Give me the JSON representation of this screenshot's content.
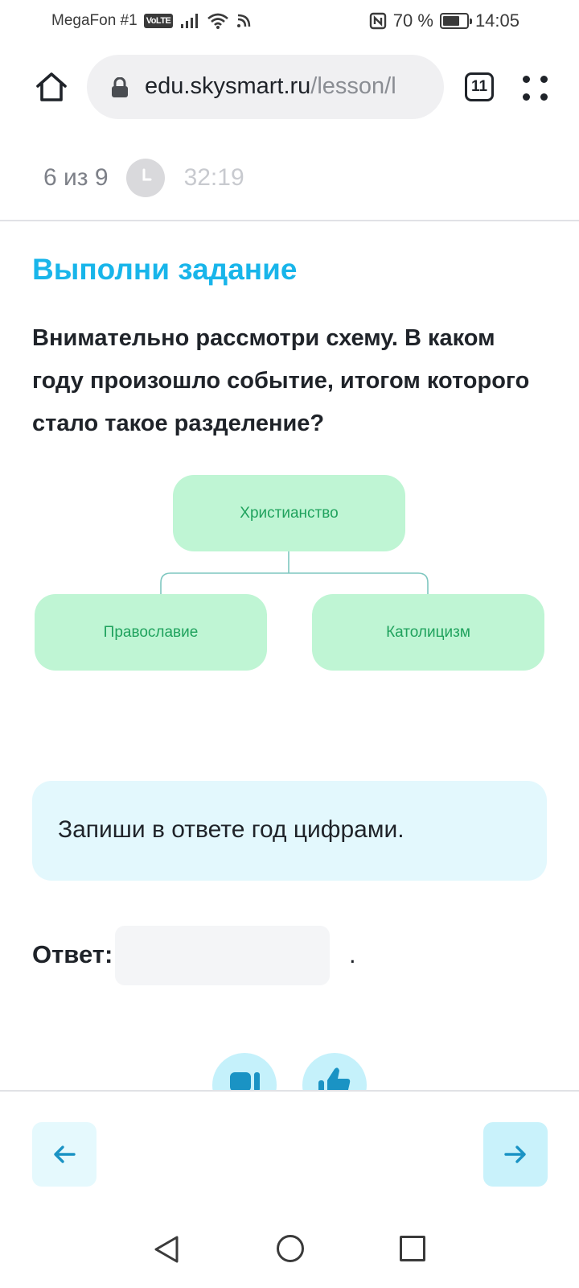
{
  "status_bar": {
    "carrier": "MegaFon #1",
    "volte": "VoLTE",
    "battery_percent": "70 %",
    "battery_level": 0.7,
    "time": "14:05",
    "icons": [
      "signal-icon",
      "wifi-icon",
      "hotspot-icon",
      "nfc-icon",
      "battery-icon"
    ]
  },
  "browser": {
    "url_host": "edu.skysmart.ru",
    "url_path": "/lesson/l",
    "tabs_count": "11"
  },
  "progress": {
    "position": "6 из 9",
    "timer": "32:19"
  },
  "task": {
    "title": "Выполни задание",
    "question": "Внимательно рассмотри схему. В каком году произошло событие, итогом которого стало такое разделение?"
  },
  "diagram": {
    "root": "Христианство",
    "left": "Православие",
    "right": "Католицизм",
    "node_color": "#bff5d4",
    "text_color": "#1fa25d",
    "line_color": "#7fc7c0"
  },
  "hint": {
    "text": "Запиши в ответе год цифрами."
  },
  "answer": {
    "label": "Ответ:",
    "value": "",
    "placeholder": "",
    "suffix": "."
  },
  "colors": {
    "accent": "#18b5ea",
    "nav_button": "#c9f2fb",
    "nav_arrow": "#1a93c4"
  }
}
